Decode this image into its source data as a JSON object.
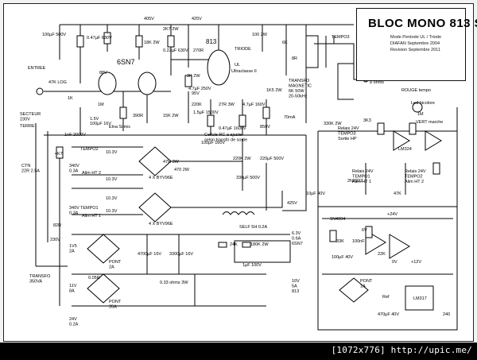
{
  "title": "BLOC MONO 813 SE",
  "subtitle_lines": [
    "Mode Pentode UL / Triode",
    "DIAFAN Septembre 2004",
    "Revision Septembre 2011"
  ],
  "footer": "[1072x776] http://upic.me/",
  "labels": {
    "top_rail": [
      "405V",
      "2K7 2W",
      "425V"
    ],
    "tube_6sn7": "6SN7",
    "tube_813": "813",
    "tempo3": "TEMPO3",
    "entree": "ENTREE",
    "secteur": "SECTEUR\n230V",
    "terre": "TERRE",
    "ctn": "CTN\n22R 2.5A",
    "transfo": "TRANSFO\n350VA",
    "transfo_magnetic": "TRANSFO\nMAGNETIC\n6K 50W\n20-50kHz",
    "hp": "8 ohms",
    "rouge_tempo": "ROUGE tempo",
    "led_bicolore": "Led bicolore",
    "vert_marche": "VERT marche",
    "lm324": "LM324",
    "lm317": "LM317",
    "relais_hp": "Relais 24V\nTEMPO3\nSortie HP",
    "relais_ht1": "Relais 24V\nTEMPO1\nAlim HT 1",
    "relais_ht2": "Relais 24V\nTEMPO2\nAlim HT 2",
    "self": "SELF 5H 0.2A",
    "tempo2": "TEMPO2",
    "tempo1": "TEMPO1",
    "alim_ht2": "Alim HT 2",
    "alim_ht1": "Alim HT 1",
    "bridge1": "4 X BYV96E",
    "bridge2": "4 X BYV96E",
    "pont1": "PONT\n2A",
    "pont2": "PONT\n35A",
    "pont3": "PONT\n1A",
    "triode": "TRIODE",
    "pentode": "UL",
    "ultra": "Ultraclasse II",
    "rc_note": "Cellule RC a ajuster\nselon transfo de sortie",
    "v850": "850V",
    "v95": "95V",
    "v88": "88V",
    "ma70": "70mA",
    "v425b": "425V",
    "v24": "+24V",
    "v12": "+12V",
    "gnd": "0V",
    "fil_6v3": "6.3V\n0.6A\n6SN7",
    "fil_10v": "10V\n5A\n813",
    "v11": "11V\n8A",
    "v24b": "24V\n0.2A",
    "v1v5": "1V5\n2A",
    "v340a": "340V\n0.3A",
    "v340b": "340V\n0.3A",
    "v230": "230V",
    "v10_3a": "10.3V",
    "v10_3b": "10.3V",
    "v10_3c": "10.3V",
    "v10_3d": "10.3V"
  },
  "components": [
    "100µF 500V",
    "0.47µF 630V",
    "18K 2W",
    "0.22µF 630V",
    "270R",
    "100 2W",
    "6K",
    "8R",
    "47K LOG",
    "1K",
    "1M",
    "1.5V",
    "100µF 16V",
    "Elna Silmic",
    "390R",
    "15K 2W",
    "3K 2W",
    "4.7µF 250V",
    "220K",
    "27R 3W",
    "4.7µF 160V",
    "1K5 2W",
    "1.5µF 1500V",
    "0.47µF 1600V",
    "100µF 160V",
    "1nF 2000V",
    "4K7",
    "82R",
    "47R 3W",
    "470 2W",
    "220K 2W",
    "220µF 500V",
    "330µF 500V",
    "330K 2W",
    "3K3",
    "1M",
    "47K",
    "10µF 40V",
    "2N2222",
    "1N4004",
    "33K",
    "100nF",
    "22K",
    "100µF 40V",
    "4700µF 16V",
    "3300µF 16V",
    "0.33 ohms 3W",
    "24K",
    "180K 2W",
    "1µF 100V",
    "240",
    "470µF 40V",
    "Ref",
    "0.05R",
    "6V"
  ]
}
